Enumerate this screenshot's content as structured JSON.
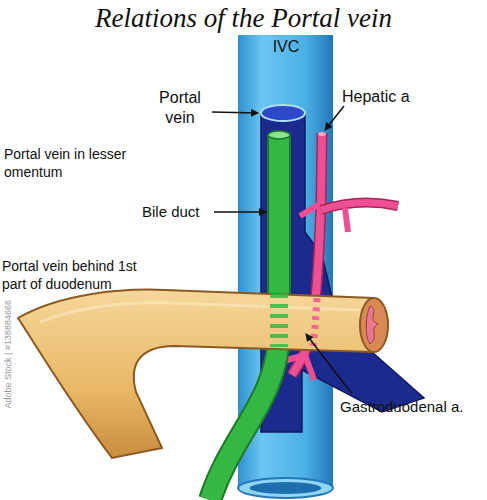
{
  "diagram": {
    "title": "Relations of the Portal vein",
    "labels": [
      "IVC",
      "Portal vein",
      "Hepatic a",
      "Portal vein in lesser omentum",
      "Bile duct",
      "Portal vein behind 1st part of duodenum",
      "Gastroduodenal a.",
      "Adobe Stock | #138884666"
    ]
  }
}
